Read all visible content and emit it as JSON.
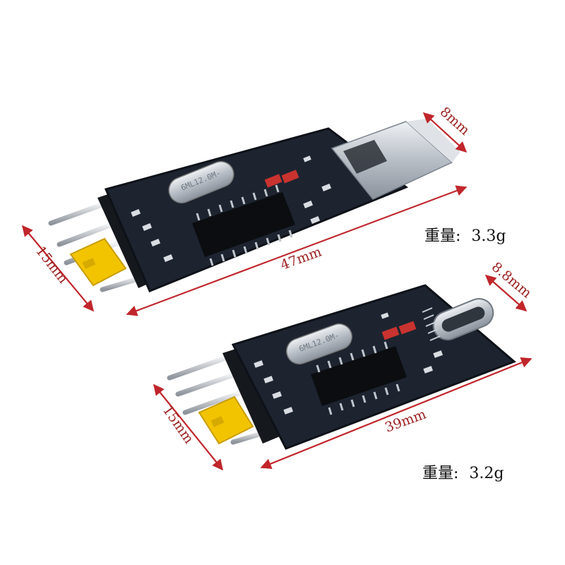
{
  "product": {
    "large": {
      "length_label": "47mm",
      "width_label": "15mm",
      "connector_label": "8mm",
      "weight_label": "重量:",
      "weight_value": "3.3g",
      "crystal_text": "6ML12.0M-"
    },
    "small": {
      "length_label": "39mm",
      "width_label": "15mm",
      "connector_label": "8.8mm",
      "weight_label": "重量:",
      "weight_value": "3.2g",
      "crystal_text": "6ML12.0M-"
    }
  },
  "colors": {
    "pcb": "#1d2430",
    "dimension_line": "#c0262b",
    "jumper": "#f2c400",
    "usb_metal": "#c9ced4"
  }
}
